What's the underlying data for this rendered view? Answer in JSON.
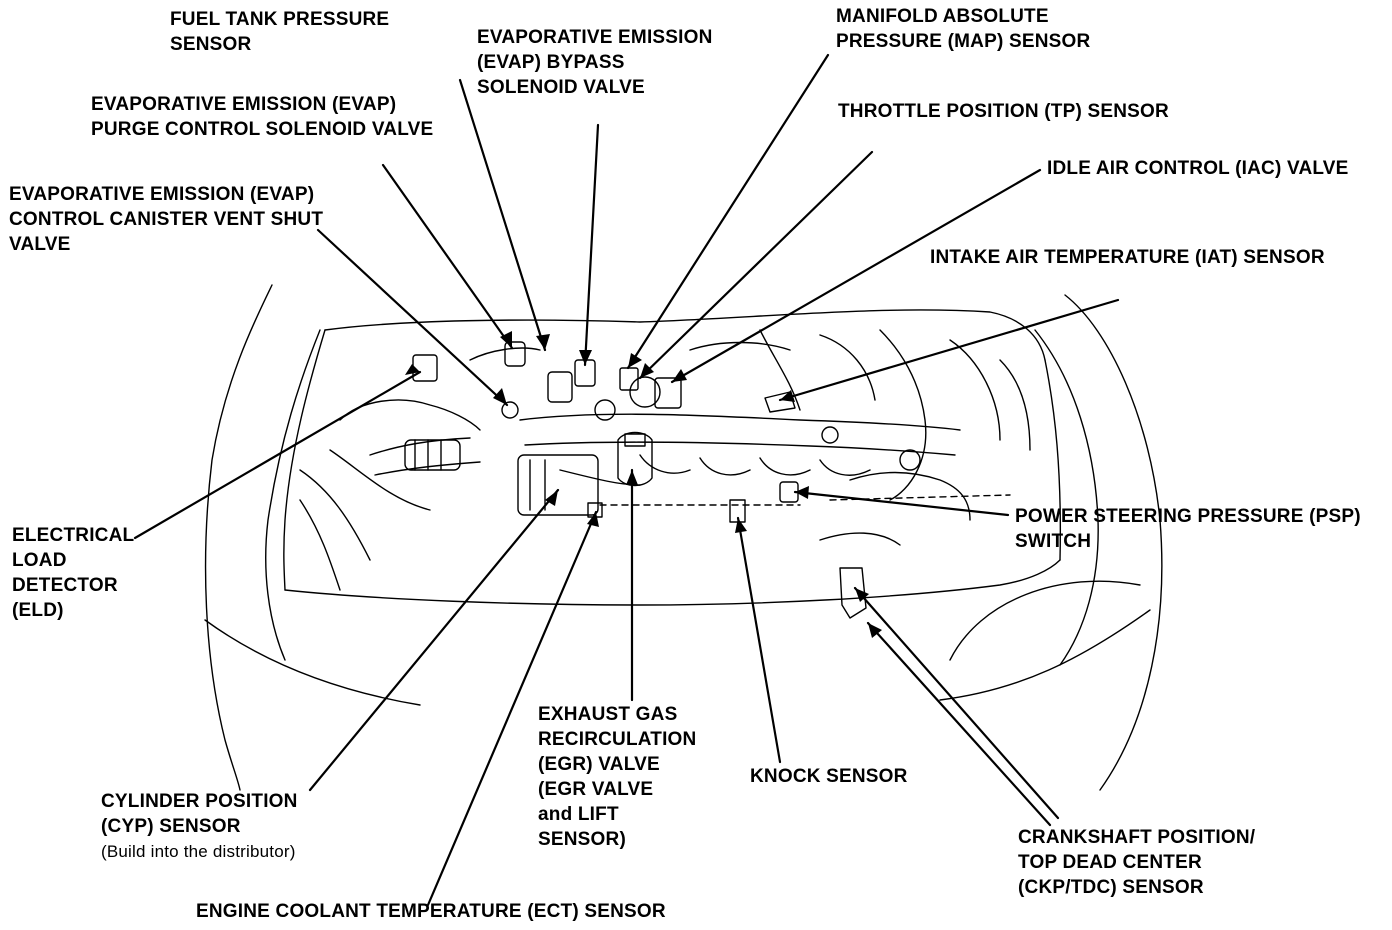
{
  "labels": {
    "fuel_tank": [
      "FUEL TANK PRESSURE",
      "SENSOR"
    ],
    "evap_bypass": [
      "EVAPORATIVE EMISSION",
      "(EVAP) BYPASS",
      "SOLENOID VALVE"
    ],
    "map": [
      "MANIFOLD ABSOLUTE",
      "PRESSURE (MAP) SENSOR"
    ],
    "evap_purge": [
      "EVAPORATIVE EMISSION (EVAP)",
      "PURGE CONTROL SOLENOID VALVE"
    ],
    "tp": [
      "THROTTLE POSITION (TP) SENSOR"
    ],
    "evap_vent": [
      "EVAPORATIVE EMISSION (EVAP)",
      "CONTROL CANISTER VENT SHUT",
      "VALVE"
    ],
    "iac": [
      "IDLE AIR CONTROL (IAC) VALVE"
    ],
    "iat": [
      "INTAKE AIR TEMPERATURE (IAT) SENSOR"
    ],
    "eld": [
      "ELECTRICAL",
      "LOAD",
      "DETECTOR",
      "(ELD)"
    ],
    "psp": [
      "POWER STEERING PRESSURE (PSP)",
      "SWITCH"
    ],
    "egr": [
      "EXHAUST GAS",
      "RECIRCULATION",
      "(EGR) VALVE",
      "(EGR VALVE",
      "and LIFT",
      "SENSOR)"
    ],
    "knock": [
      "KNOCK SENSOR"
    ],
    "cyp": [
      "CYLINDER POSITION",
      "(CYP) SENSOR"
    ],
    "cyp_note": "(Build into the distributor)",
    "ckp": [
      "CRANKSHAFT POSITION/",
      "TOP DEAD CENTER",
      "(CKP/TDC) SENSOR"
    ],
    "ect": [
      "ENGINE COOLANT TEMPERATURE (ECT) SENSOR"
    ]
  }
}
